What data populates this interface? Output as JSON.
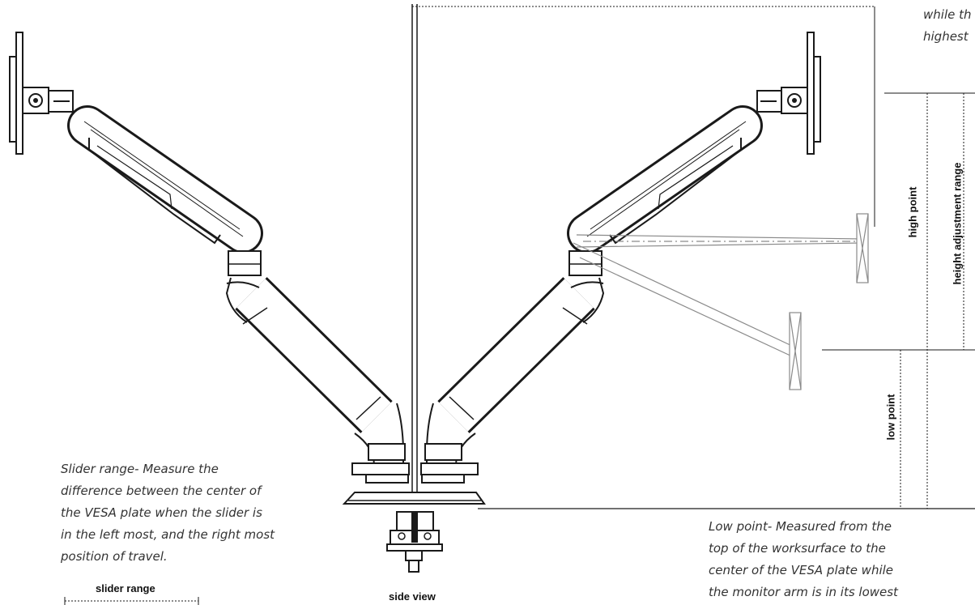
{
  "labels": {
    "slider_range": "slider range",
    "side_view": "side view",
    "high_point": "high point",
    "height_adjustment_range": "height adjustment range",
    "low_point": "low point"
  },
  "notes": {
    "top_right_line1": "while th",
    "top_right_line2": "highest",
    "slider_range_lines": [
      "Slider range- Measure the",
      "difference between the center of",
      "the VESA plate when the slider is",
      "in the left most, and the right most",
      "position of travel."
    ],
    "low_point_lines": [
      "Low point- Measured from the",
      "top of the worksurface to the",
      "center of the VESA plate while",
      "the monitor arm is in its lowest"
    ]
  },
  "colors": {
    "line": "#1a1a1a",
    "ghost": "#8a8a8a",
    "text": "#333333"
  }
}
